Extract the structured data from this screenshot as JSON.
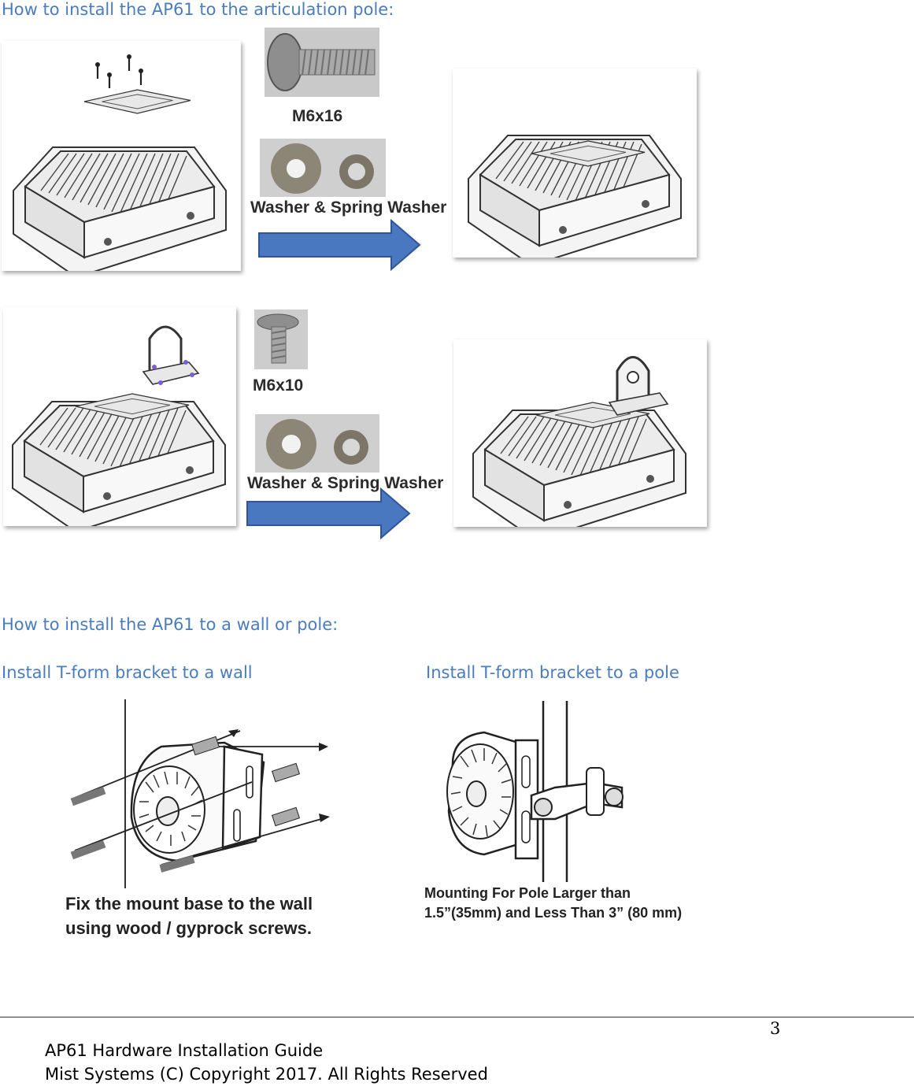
{
  "section1": {
    "heading": "How to install the AP61 to the articulation pole:",
    "row1": {
      "screw_label": "M6x16",
      "washer_label": "Washer & Spring Washer"
    },
    "row2": {
      "screw_label": "M6x10",
      "washer_label": "Washer & Spring Washer"
    }
  },
  "section2": {
    "heading": "How to install the AP61 to a wall or pole:",
    "wall": {
      "title": "Install T-form bracket to a wall",
      "caption_line1": "Fix the mount base to the wall",
      "caption_line2": "using wood /  gyprock screws."
    },
    "pole": {
      "title": "Install T-form bracket to a pole",
      "caption_line1": "Mounting For Pole Larger than",
      "caption_line2": "1.5”(35mm) and Less Than 3” (80 mm)"
    }
  },
  "footer": {
    "page_number": "3",
    "line1": "AP61 Hardware Installation Guide",
    "line2": "Mist Systems (C) Copyright 2017. All Rights Reserved"
  },
  "colors": {
    "heading": "#4a7cc0",
    "arrow": "#4a78c0"
  }
}
